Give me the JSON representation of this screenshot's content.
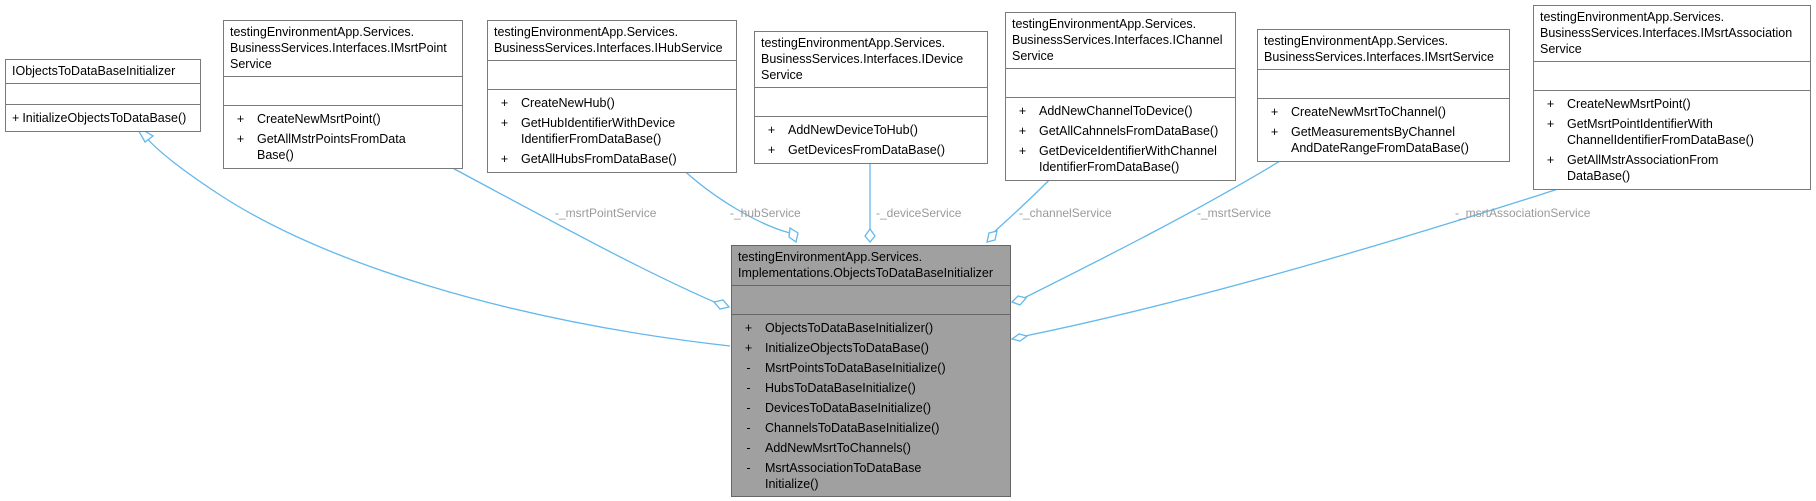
{
  "colors": {
    "edge": "#63b8ec",
    "main_fill": "#a0a0a0",
    "label": "#9a9a9a"
  },
  "classes": {
    "iobjects": {
      "name": "IObjectsToDataBaseInitializer",
      "ops": [
        {
          "vis": "+",
          "name": "InitializeObjectsToDataBase()"
        }
      ]
    },
    "imsrtpoint": {
      "name": "testingEnvironmentApp.Services.\nBusinessServices.Interfaces.IMsrtPoint\nService",
      "ops": [
        {
          "vis": "+",
          "name": "CreateNewMsrtPoint()"
        },
        {
          "vis": "+",
          "name": "GetAllMstrPointsFromData\nBase()"
        }
      ]
    },
    "ihub": {
      "name": "testingEnvironmentApp.Services.\nBusinessServices.Interfaces.IHubService",
      "ops": [
        {
          "vis": "+",
          "name": "CreateNewHub()"
        },
        {
          "vis": "+",
          "name": "GetHubIdentifierWithDevice\nIdentifierFromDataBase()"
        },
        {
          "vis": "+",
          "name": "GetAllHubsFromDataBase()"
        }
      ]
    },
    "idevice": {
      "name": "testingEnvironmentApp.Services.\nBusinessServices.Interfaces.IDevice\nService",
      "ops": [
        {
          "vis": "+",
          "name": "AddNewDeviceToHub()"
        },
        {
          "vis": "+",
          "name": "GetDevicesFromDataBase()"
        }
      ]
    },
    "ichannel": {
      "name": "testingEnvironmentApp.Services.\nBusinessServices.Interfaces.IChannel\nService",
      "ops": [
        {
          "vis": "+",
          "name": "AddNewChannelToDevice()"
        },
        {
          "vis": "+",
          "name": "GetAllCahnnelsFromDataBase()"
        },
        {
          "vis": "+",
          "name": "GetDeviceIdentifierWithChannel\nIdentifierFromDataBase()"
        }
      ]
    },
    "imsrt": {
      "name": "testingEnvironmentApp.Services.\nBusinessServices.Interfaces.IMsrtService",
      "ops": [
        {
          "vis": "+",
          "name": "CreateNewMsrtToChannel()"
        },
        {
          "vis": "+",
          "name": "GetMeasurementsByChannel\nAndDateRangeFromDataBase()"
        }
      ]
    },
    "imsrtassoc": {
      "name": "testingEnvironmentApp.Services.\nBusinessServices.Interfaces.IMsrtAssociation\nService",
      "ops": [
        {
          "vis": "+",
          "name": "CreateNewMsrtPoint()"
        },
        {
          "vis": "+",
          "name": "GetMsrtPointIdentifierWith\nChannelIdentifierFromDataBase()"
        },
        {
          "vis": "+",
          "name": "GetAllMstrAssociationFrom\nDataBase()"
        }
      ]
    },
    "main": {
      "name": "testingEnvironmentApp.Services.\nImplementations.ObjectsToDataBaseInitializer",
      "ops": [
        {
          "vis": "+",
          "name": "ObjectsToDataBaseInitializer()"
        },
        {
          "vis": "+",
          "name": "InitializeObjectsToDataBase()"
        },
        {
          "vis": "-",
          "name": "MsrtPointsToDataBaseInitialize()"
        },
        {
          "vis": "-",
          "name": "HubsToDataBaseInitialize()"
        },
        {
          "vis": "-",
          "name": "DevicesToDataBaseInitialize()"
        },
        {
          "vis": "-",
          "name": "ChannelsToDataBaseInitialize()"
        },
        {
          "vis": "-",
          "name": "AddNewMsrtToChannels()"
        },
        {
          "vis": "-",
          "name": "MsrtAssociationToDataBase\nInitialize()"
        }
      ]
    }
  },
  "edge_labels": {
    "msrtPoint": "-_msrtPointService",
    "hub": "-_hubService",
    "device": "-_deviceService",
    "channel": "-_channelService",
    "msrt": "-_msrtService",
    "msrtAssoc": "-_msrtAssociationService"
  }
}
